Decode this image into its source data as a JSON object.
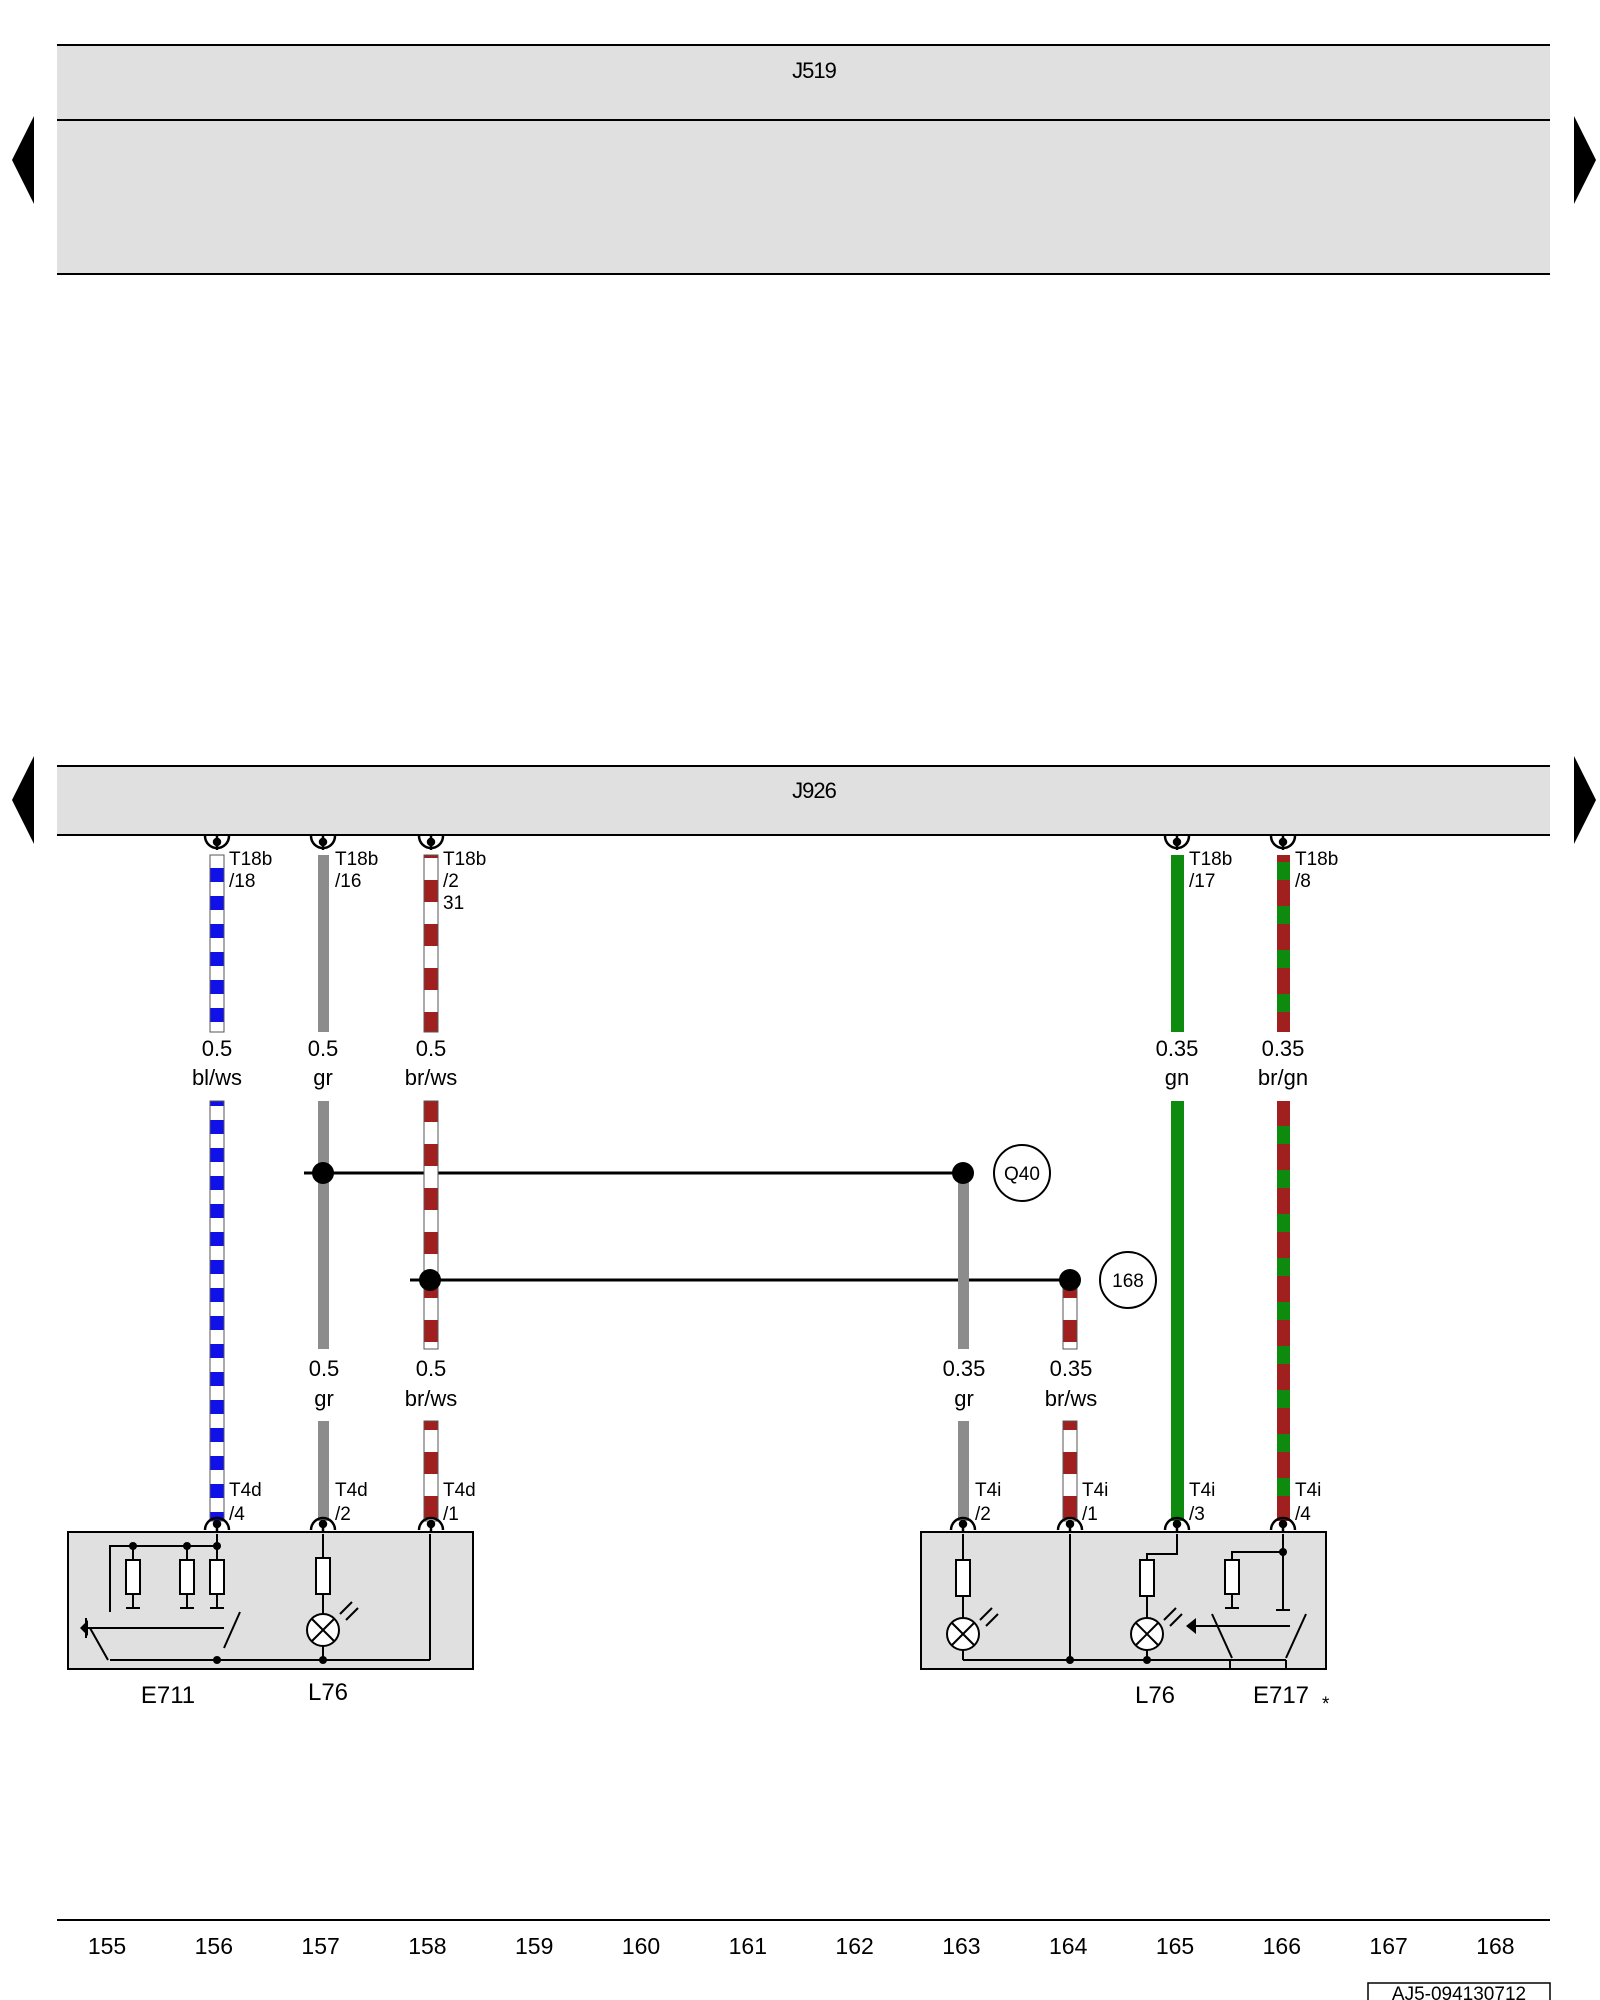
{
  "modules": {
    "top": {
      "label": "J519"
    },
    "bottom": {
      "label": "J926"
    }
  },
  "nav": {
    "left_arrow_icon": "triangle-left-icon",
    "right_arrow_icon": "triangle-right-icon"
  },
  "colors": {
    "bl": "#1010e8",
    "ws": "#ffffff",
    "gr": "#8c8c8c",
    "br": "#a02020",
    "gn": "#0e8a0e",
    "module_fill": "#e0e0e0",
    "line": "#000000"
  },
  "connectors_top": [
    {
      "pin": "T18b",
      "sub": "/18"
    },
    {
      "pin": "T18b",
      "sub": "/16"
    },
    {
      "pin": "T18b",
      "sub": "/2",
      "extra": "31"
    },
    {
      "pin": "T18b",
      "sub": "/17"
    },
    {
      "pin": "T18b",
      "sub": "/8"
    }
  ],
  "wire_labels_upper": [
    {
      "gauge": "0.5",
      "color": "bl/ws"
    },
    {
      "gauge": "0.5",
      "color": "gr"
    },
    {
      "gauge": "0.5",
      "color": "br/ws"
    },
    {
      "gauge": "0.35",
      "color": "gn"
    },
    {
      "gauge": "0.35",
      "color": "br/gn"
    }
  ],
  "wire_labels_lower": [
    {
      "gauge": "0.5",
      "color": "gr"
    },
    {
      "gauge": "0.5",
      "color": "br/ws"
    },
    {
      "gauge": "0.35",
      "color": "gr"
    },
    {
      "gauge": "0.35",
      "color": "br/ws"
    }
  ],
  "references": [
    "Q40",
    "168"
  ],
  "connectors_bottom": [
    {
      "pin": "T4d",
      "sub": "/4"
    },
    {
      "pin": "T4d",
      "sub": "/2"
    },
    {
      "pin": "T4d",
      "sub": "/1"
    },
    {
      "pin": "T4i",
      "sub": "/2"
    },
    {
      "pin": "T4i",
      "sub": "/1"
    },
    {
      "pin": "T4i",
      "sub": "/3"
    },
    {
      "pin": "T4i",
      "sub": "/4"
    }
  ],
  "components": [
    "E711",
    "L76",
    "L76",
    "E717"
  ],
  "note_mark": "*",
  "columns": [
    "155",
    "156",
    "157",
    "158",
    "159",
    "160",
    "161",
    "162",
    "163",
    "164",
    "165",
    "166",
    "167",
    "168"
  ],
  "doc_id": "AJ5-094130712"
}
